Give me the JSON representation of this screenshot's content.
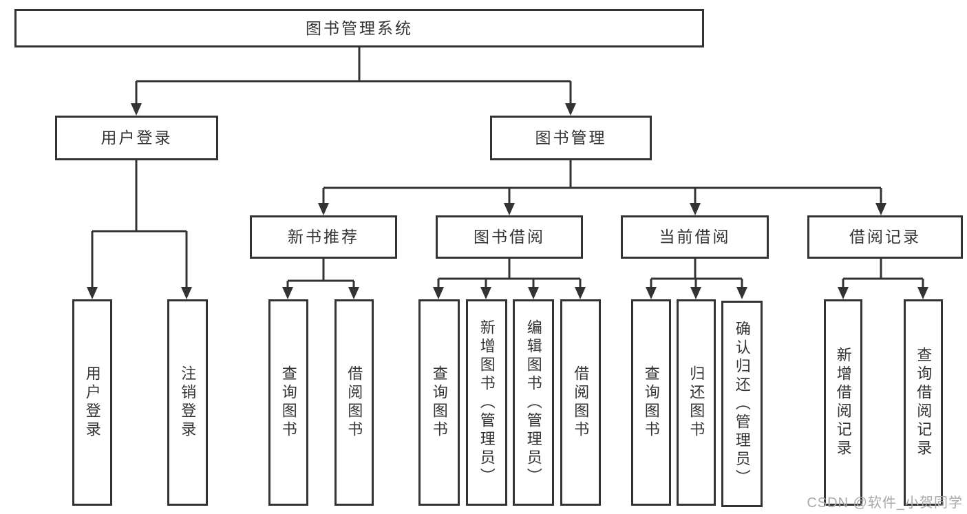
{
  "nodes": {
    "root": "图书管理系统",
    "login_branch": "用户登录",
    "mgmt_branch": "图书管理",
    "leaf_user_login": "用户登录",
    "leaf_logout": "注销登录",
    "new_books": "新书推荐",
    "book_borrow": "图书借阅",
    "current_borrow": "当前借阅",
    "borrow_records": "借阅记录",
    "nb_query": "查询图书",
    "nb_borrow": "借阅图书",
    "bw_query": "查询图书",
    "bw_add": "新增图书（管理员）",
    "bw_edit": "编辑图书（管理员）",
    "bw_borrow": "借阅图书",
    "cur_query": "查询图书",
    "cur_return": "归还图书",
    "cur_confirm": "确认归还（管理员）",
    "rec_add": "新增借阅记录",
    "rec_query": "查询借阅记录"
  },
  "hierarchy": {
    "图书管理系统": {
      "用户登录": [
        "用户登录",
        "注销登录"
      ],
      "图书管理": {
        "新书推荐": [
          "查询图书",
          "借阅图书"
        ],
        "图书借阅": [
          "查询图书",
          "新增图书（管理员）",
          "编辑图书（管理员）",
          "借阅图书"
        ],
        "当前借阅": [
          "查询图书",
          "归还图书",
          "确认归还（管理员）"
        ],
        "借阅记录": [
          "新增借阅记录",
          "查询借阅记录"
        ]
      }
    }
  },
  "watermark": "CSDN @软件_小贺同学",
  "colors": {
    "line": "#333333",
    "box-fill": "#ffffff",
    "text": "#333333",
    "watermark": "#a9a9a9"
  }
}
